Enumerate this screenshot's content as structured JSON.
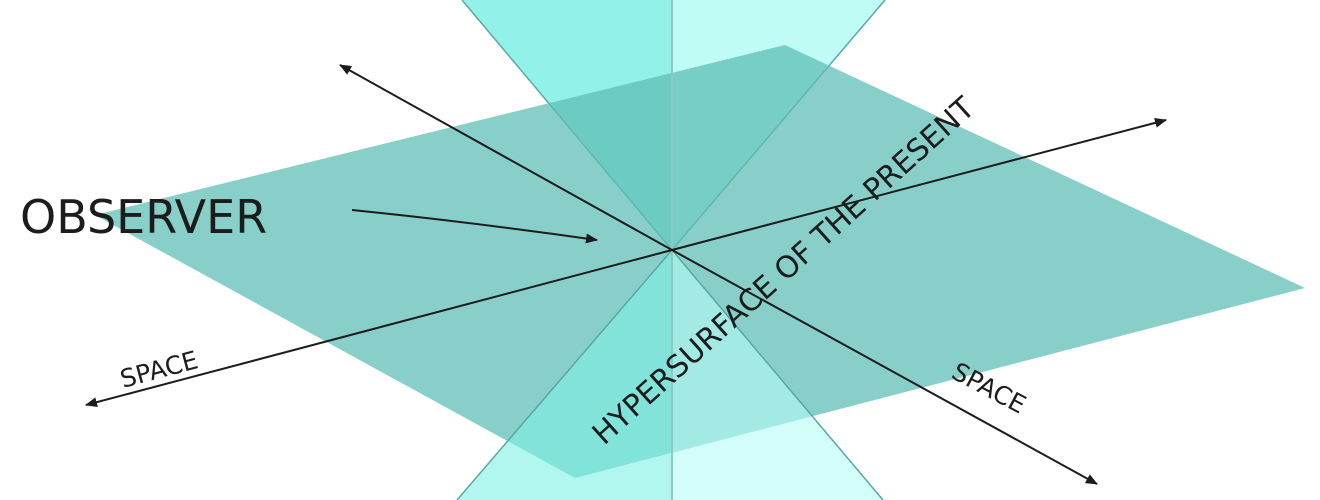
{
  "labels": {
    "observer": "OBSERVER",
    "space_left": "SPACE",
    "space_right": "SPACE",
    "hypersurface": "HYPERSURFACE OF THE PRESENT"
  },
  "colors": {
    "plane_fill": "#5fbfb6",
    "cone_fill": "#8ff2ea",
    "cone_edge": "#5aa8a2",
    "axis": "#1c1c1c"
  }
}
